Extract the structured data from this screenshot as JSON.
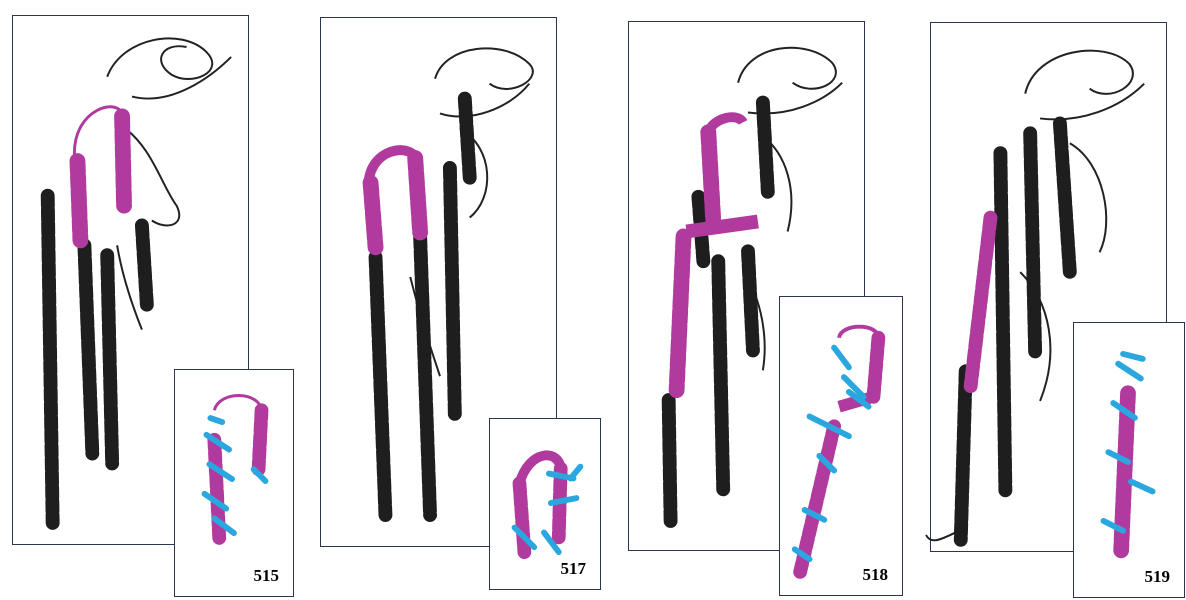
{
  "colors": {
    "helix_dark": "#1e1e1e",
    "helix_highlight": "#b13a9f",
    "side_chain": "#2aa7df",
    "frame": "#2b3550"
  },
  "panels": [
    {
      "label": "515"
    },
    {
      "label": "517"
    },
    {
      "label": "518"
    },
    {
      "label": "519"
    }
  ]
}
